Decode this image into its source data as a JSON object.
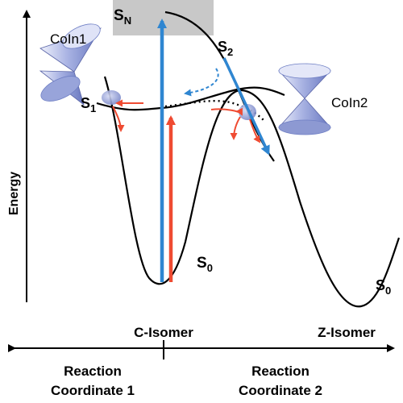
{
  "axis": {
    "y_label": "Energy",
    "x_marker_left": "C-Isomer",
    "x_marker_right": "Z-Isomer",
    "coord1_line1": "Reaction",
    "coord1_line2": "Coordinate 1",
    "coord2_line1": "Reaction",
    "coord2_line2": "Coordinate 2"
  },
  "states": {
    "sn_base": "S",
    "sn_sub": "N",
    "s2_base": "S",
    "s2_sub": "2",
    "s1_base": "S",
    "s1_sub": "1",
    "s0_base": "S",
    "s0_sub": "0",
    "s0_right_base": "S",
    "s0_right_sub": "0"
  },
  "conical": {
    "ci1": "CoIn1",
    "ci2": "CoIn2"
  },
  "colors": {
    "curve": "#000000",
    "blue": "#2f86d1",
    "red": "#ef4b32",
    "sn_box": "#c8c8c8",
    "cone_light": "#c9cff0",
    "cone_dark": "#6f7fc4"
  }
}
